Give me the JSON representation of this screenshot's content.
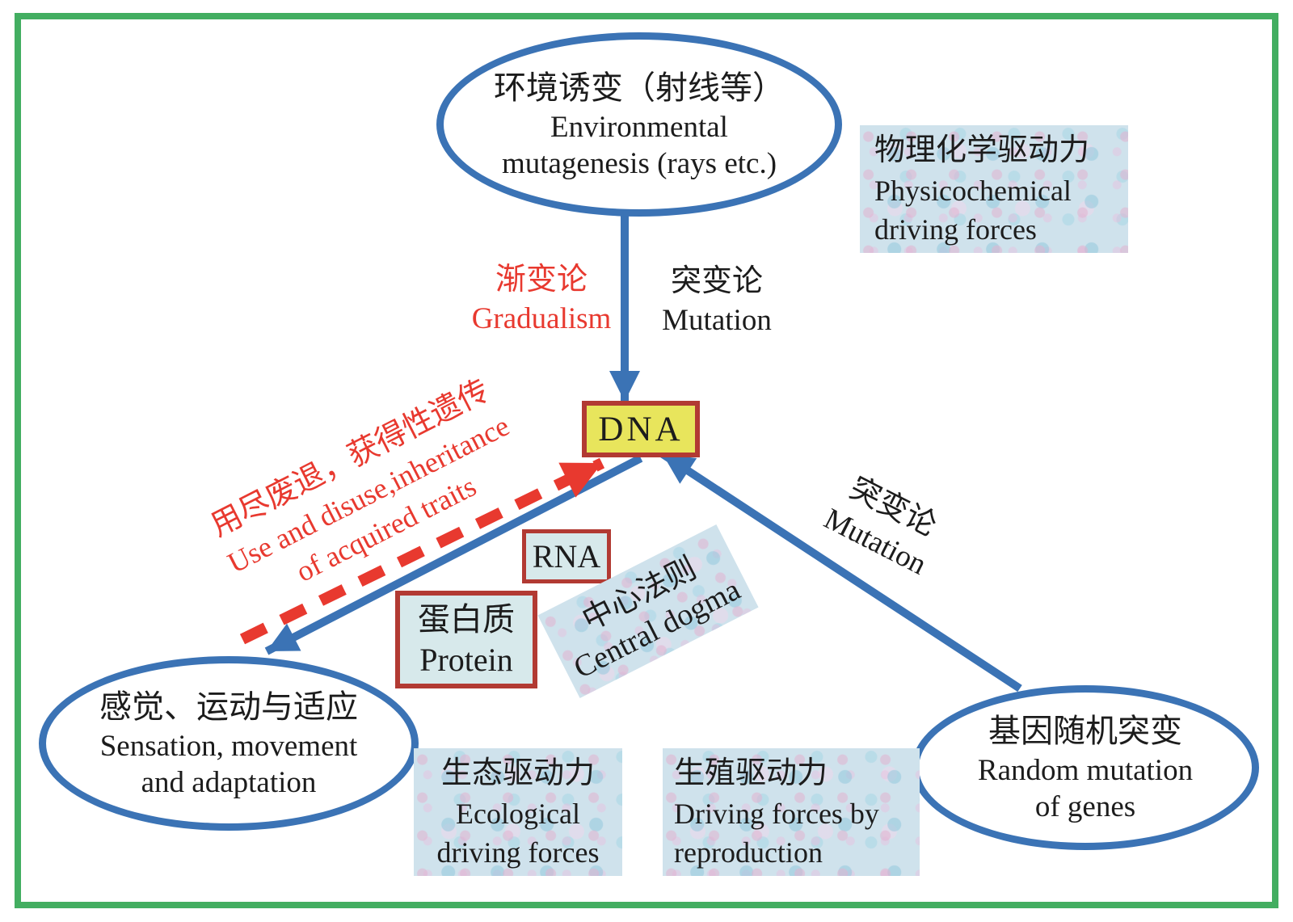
{
  "diagram": {
    "env_ellipse": {
      "zh": "环境诱变（射线等）",
      "en_line1": "Environmental",
      "en_line2": "mutagenesis (rays etc.)"
    },
    "physicochemical_box": {
      "zh": "物理化学驱动力",
      "en_line1": "Physicochemical",
      "en_line2": "driving forces"
    },
    "gradualism_label": {
      "zh": "渐变论",
      "en": "Gradualism"
    },
    "mutation_top_label": {
      "zh": "突变论",
      "en": "Mutation"
    },
    "dna_box": {
      "label": "DNA"
    },
    "rna_box": {
      "label": "RNA"
    },
    "protein_box": {
      "zh": "蛋白质",
      "en": "Protein"
    },
    "central_dogma_box": {
      "zh": "中心法则",
      "en": "Central dogma"
    },
    "use_disuse_label": {
      "zh": "用尽废退，获得性遗传",
      "en_line1": "Use and disuse,inheritance",
      "en_line2": "of acquired traits"
    },
    "mutation_right_label": {
      "zh": "突变论",
      "en": "Mutation"
    },
    "sensation_ellipse": {
      "zh": "感觉、运动与适应",
      "en_line1": "Sensation, movement",
      "en_line2": "and adaptation"
    },
    "random_mutation_ellipse": {
      "zh": "基因随机突变",
      "en_line1": "Random mutation",
      "en_line2": "of genes"
    },
    "ecological_box": {
      "zh": "生态驱动力",
      "en_line1": "Ecological",
      "en_line2": "driving forces"
    },
    "reproduction_box": {
      "zh": "生殖驱动力",
      "en_line1": "Driving forces by",
      "en_line2": "reproduction"
    },
    "colors": {
      "line_blue": "#3b73b5",
      "arrow_red": "#e8392f",
      "box_border_red": "#b23a33",
      "dna_yellow": "#e8e55c",
      "node_fill_blue": "#d7e9eb",
      "frame_green": "#43ae61",
      "text_black": "#1c1c1c"
    }
  }
}
